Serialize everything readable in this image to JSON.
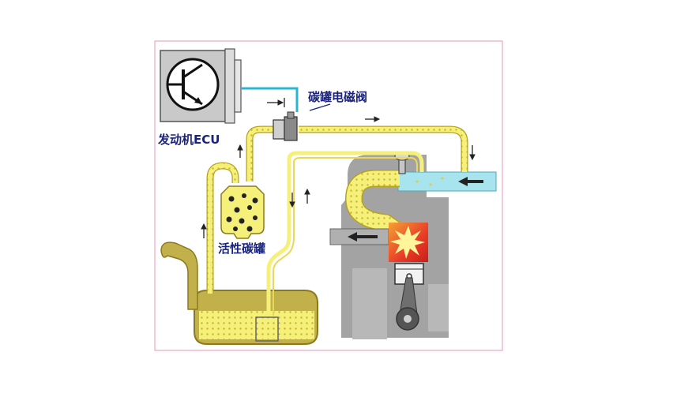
{
  "labels": {
    "ecu": "发动机ECU",
    "solenoid": "碳罐电磁阀",
    "canister": "活性碳罐"
  },
  "colors": {
    "fuel_yellow": "#f5f07a",
    "fuel_edge": "#b5a21e",
    "signal_cyan": "#29b6d4",
    "intake_cyan": "#a8e4ee",
    "engine_gray": "#a3a3a3",
    "ecu_gray": "#c9c9c9",
    "tank_olive": "#c2b04a",
    "frame_pink": "#f0b8d0",
    "label_navy": "#1a237e",
    "combustion_red": "#e83c28"
  },
  "icons": [
    "transistor-icon",
    "flow-arrow-icon",
    "spark-icon",
    "piston-icon"
  ]
}
